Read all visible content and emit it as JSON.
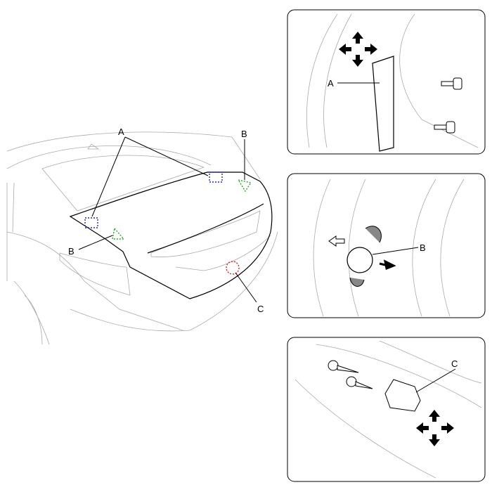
{
  "main_view": {
    "labels": {
      "a": "A",
      "b_right": "B",
      "b_left": "B",
      "c": "C"
    },
    "marker_colors": {
      "a": "#2222dd",
      "b": "#22aa22",
      "c": "#dd2222"
    }
  },
  "detail_panels": [
    {
      "label": "A"
    },
    {
      "label": "B"
    },
    {
      "label": "C"
    }
  ]
}
